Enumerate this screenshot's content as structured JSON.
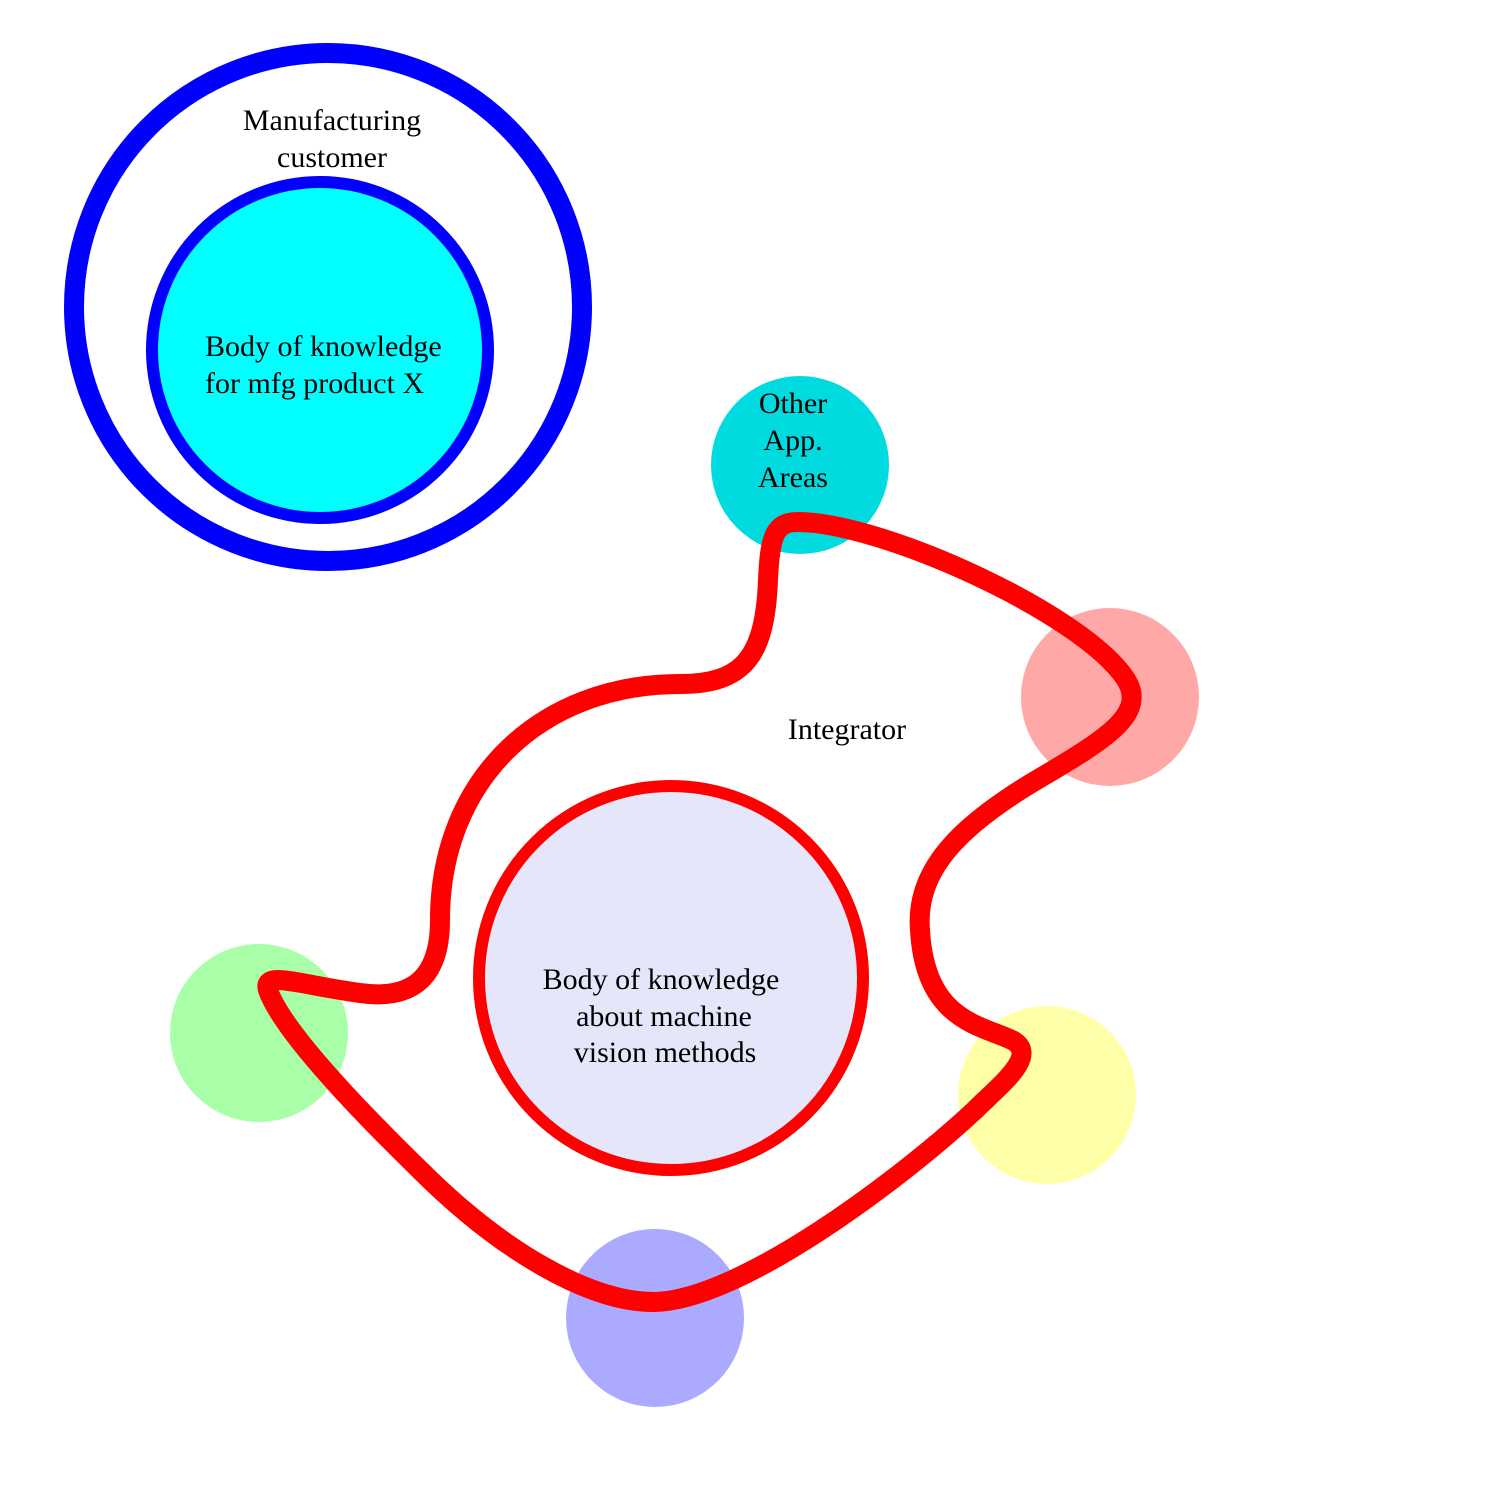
{
  "colors": {
    "background": "#ffffff",
    "customer_ring": "#0000ff",
    "customer_inner_fill": "#00ffff",
    "integrator_outline": "#ff0000",
    "integrator_inner_fill": "#e6e6fa",
    "other_app_areas_fill": "#00dbe0",
    "pink_circle": "#ffa8a8",
    "green_circle": "#a8ffa8",
    "yellow_circle": "#ffffa8",
    "purple_circle": "#aaaaff"
  },
  "customer": {
    "title_line1": "Manufacturing",
    "title_line2": "customer",
    "knowledge_line1": "Body of knowledge",
    "knowledge_line2": "for mfg product X"
  },
  "other_app_areas": {
    "line1": "Other",
    "line2": "App.",
    "line3": "Areas"
  },
  "integrator": {
    "title": "Integrator",
    "knowledge_line1": "Body of knowledge",
    "knowledge_line2": "about machine",
    "knowledge_line3": "vision methods"
  }
}
